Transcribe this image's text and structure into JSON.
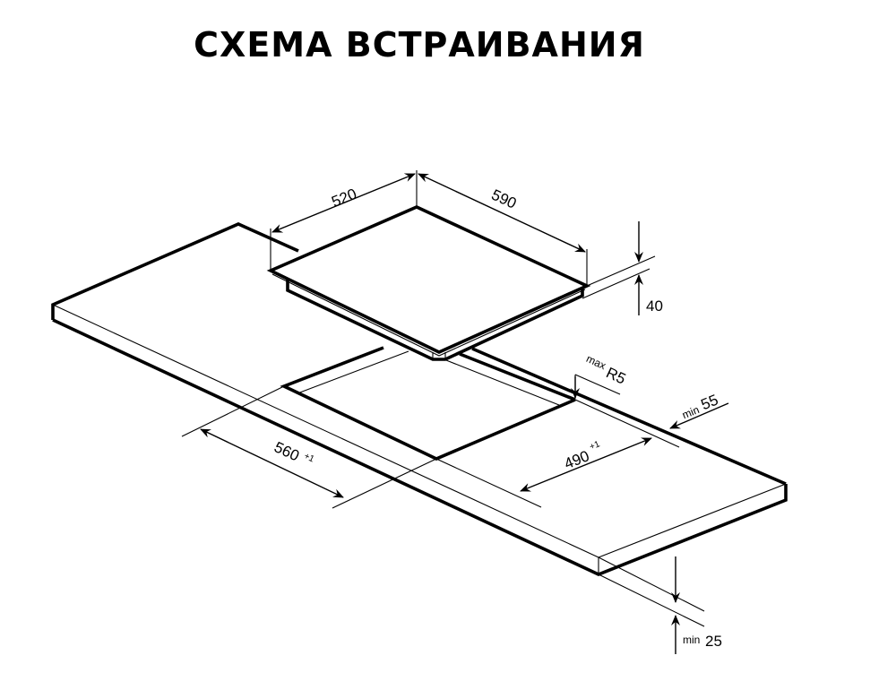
{
  "title": "СХЕМА ВСТРАИВАНИЯ",
  "cooktop": {
    "depth_label": "520",
    "width_label": "590",
    "height_label": "40"
  },
  "cutout": {
    "width_label": "560",
    "width_tolerance": "+1",
    "depth_label": "490",
    "depth_tolerance": "+1",
    "corner_radius_prefix": "max",
    "corner_radius_label": "R5",
    "edge_distance_prefix": "min",
    "edge_distance_label": "55"
  },
  "countertop": {
    "thickness_prefix": "min",
    "thickness_label": "25"
  },
  "colors": {
    "line": "#000000",
    "background": "#ffffff"
  }
}
